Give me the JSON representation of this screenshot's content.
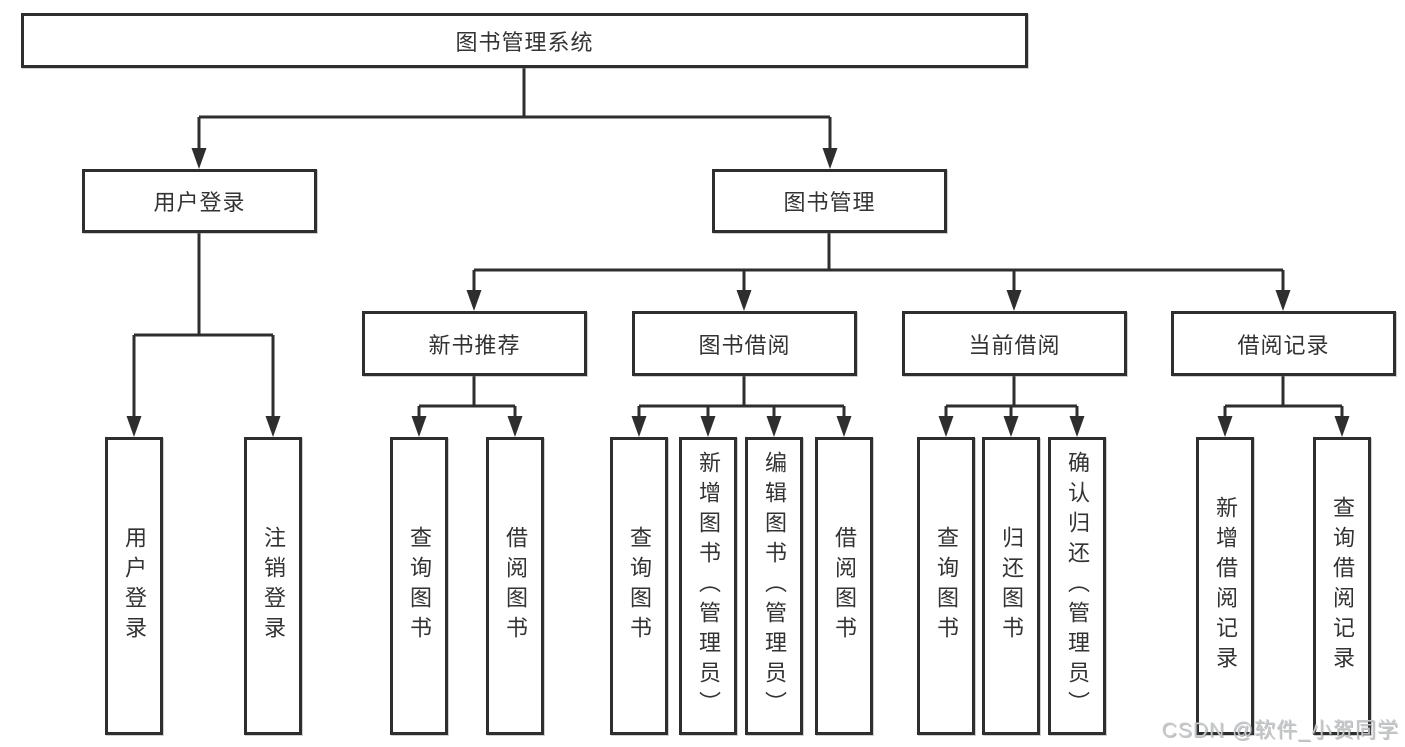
{
  "diagram": {
    "root_label": "图书管理系统",
    "login": {
      "label": "用户登录",
      "children": [
        "用户登录",
        "注销登录"
      ]
    },
    "mgmt": {
      "label": "图书管理",
      "sections": [
        {
          "label": "新书推荐",
          "children": [
            "查询图书",
            "借阅图书"
          ]
        },
        {
          "label": "图书借阅",
          "children": [
            "查询图书",
            "新增图书（管理员）",
            "编辑图书（管理员）",
            "借阅图书"
          ]
        },
        {
          "label": "当前借阅",
          "children": [
            "查询图书",
            "归还图书",
            "确认归还（管理员）"
          ]
        },
        {
          "label": "借阅记录",
          "children": [
            "新增借阅记录",
            "查询借阅记录"
          ]
        }
      ]
    },
    "watermark": "CSDN @软件_小贺同学",
    "colors": {
      "line": "#2e2e2e",
      "border": "#2e2e2e",
      "text": "#333333",
      "box_bg": "#ffffff",
      "watermark": "#c6c9cb"
    }
  }
}
